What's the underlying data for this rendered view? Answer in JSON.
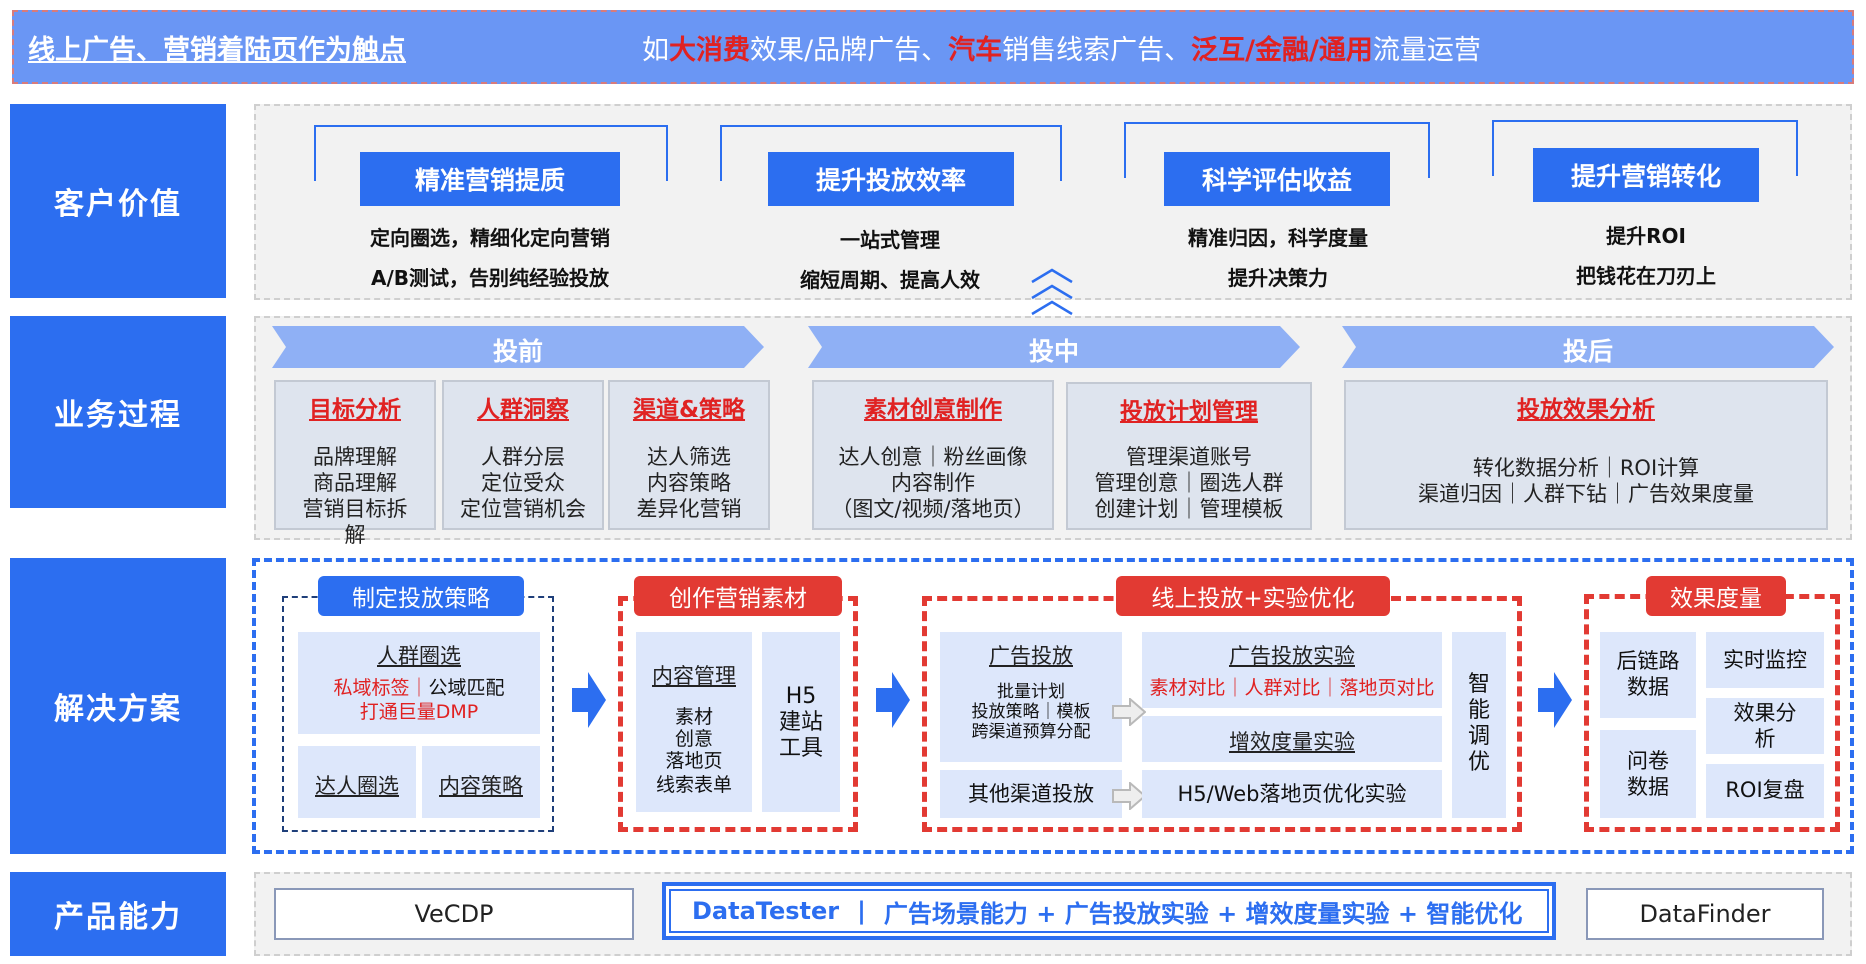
{
  "banner": {
    "left": "线上广告、营销着陆页作为触点",
    "right_parts": [
      {
        "text": "如",
        "hl": false
      },
      {
        "text": "大消费",
        "hl": true
      },
      {
        "text": "效果/品牌广告、",
        "hl": false
      },
      {
        "text": "汽车",
        "hl": true
      },
      {
        "text": "销售线索广告、",
        "hl": false
      },
      {
        "text": "泛互/金融/通用",
        "hl": true
      },
      {
        "text": "流量运营",
        "hl": false
      }
    ]
  },
  "rows": {
    "customer_value": "客户价值",
    "business_process": "业务过程",
    "solution": "解决方案",
    "product": "产品能力"
  },
  "customer_value": [
    {
      "title": "精准营销提质",
      "lines": [
        "定向圈选，精细化定向营销",
        "A/B测试，告别纯经验投放"
      ]
    },
    {
      "title": "提升投放效率",
      "lines": [
        "一站式管理",
        "缩短周期、提高人效"
      ]
    },
    {
      "title": "科学评估收益",
      "lines": [
        "精准归因，科学度量",
        "提升决策力"
      ]
    },
    {
      "title": "提升营销转化",
      "lines": [
        "提升ROI",
        "把钱花在刀刃上"
      ]
    }
  ],
  "phases": [
    "投前",
    "投中",
    "投后"
  ],
  "process_boxes": [
    {
      "title": "目标分析",
      "lines": [
        "品牌理解",
        "商品理解",
        "营销目标拆",
        "解"
      ]
    },
    {
      "title": "人群洞察",
      "lines": [
        "人群分层",
        "定位受众",
        "定位营销机会"
      ]
    },
    {
      "title": "渠道&策略",
      "lines": [
        "达人筛选",
        "内容策略",
        "差异化营销"
      ]
    },
    {
      "title": "素材创意制作",
      "lines": [
        "达人创意｜粉丝画像",
        "内容制作",
        "（图文/视频/落地页）"
      ]
    },
    {
      "title": "投放计划管理",
      "lines": [
        "管理渠道账号",
        "管理创意｜圈选人群",
        "创建计划｜管理模板"
      ]
    },
    {
      "title": "投放效果分析",
      "lines": [
        "转化数据分析｜ROI计算",
        "渠道归因｜人群下钻｜广告效果度量"
      ]
    }
  ],
  "solution": {
    "g1": {
      "tag": "制定投放策略",
      "audience_title": "人群圈选",
      "audience_line1_red": "私域标签",
      "audience_line1_sep": "｜",
      "audience_line1_rest": "公域匹配",
      "audience_line2": "打通巨量DMP",
      "kol": "达人圈选",
      "content_strategy": "内容策略"
    },
    "g2": {
      "tag": "创作营销素材",
      "content_title": "内容管理",
      "content_lines": [
        "素材",
        "创意",
        "落地页",
        "线索表单"
      ],
      "h5": [
        "H5",
        "建站",
        "工具"
      ]
    },
    "g3": {
      "tag": "线上投放+实验优化",
      "ad_title": "广告投放",
      "ad_lines": [
        "批量计划",
        "投放策略｜模板",
        "跨渠道预算分配"
      ],
      "other": "其他渠道投放",
      "exp_title": "广告投放实验",
      "exp_line": "素材对比｜人群对比｜落地页对比",
      "lift": "增效度量实验",
      "h5web": "H5/Web落地页优化实验",
      "smart": [
        "智",
        "能",
        "调",
        "优"
      ]
    },
    "g4": {
      "tag": "效果度量",
      "backlink": [
        "后链路",
        "数据"
      ],
      "realtime": "实时监控",
      "effect": [
        "效果分",
        "析"
      ],
      "survey": [
        "问卷",
        "数据"
      ],
      "roi": "ROI复盘"
    }
  },
  "product": {
    "vecdp": "VeCDP",
    "datatester_name": "DataTester",
    "datatester_sep": "|",
    "datatester_caps": "广告场景能力 + 广告投放实验 + 增效度量实验 + 智能优化",
    "datafinder": "DataFinder"
  }
}
